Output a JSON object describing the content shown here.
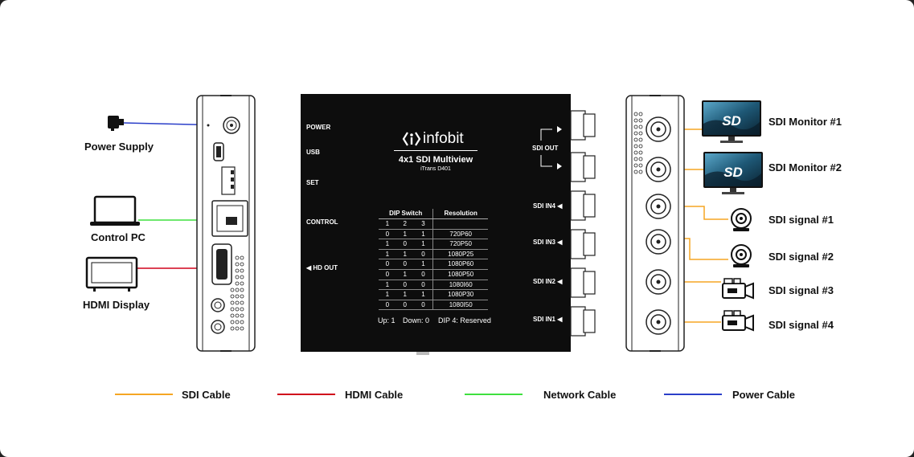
{
  "left_labels": {
    "power_supply": "Power Supply",
    "control_pc": "Control PC",
    "hdmi_display": "HDMI Display"
  },
  "center_device": {
    "brand": "infobit",
    "title": "4x1 SDI Multiview",
    "model": "iTrans D401",
    "left_labels": {
      "power": "POWER",
      "usb": "USB",
      "set": "SET",
      "control": "CONTROL",
      "hd_out": "◀  HD OUT"
    },
    "right_labels": {
      "sdi_out": "SDI OUT",
      "sdi_in4": "SDI IN4 ◀",
      "sdi_in3": "SDI IN3 ◀",
      "sdi_in2": "SDI IN2 ◀",
      "sdi_in1": "SDI IN1 ◀"
    },
    "dip_table": {
      "header_switch": "DIP Switch",
      "header_resolution": "Resolution",
      "columns": [
        "1",
        "2",
        "3"
      ],
      "rows": [
        {
          "s": [
            "0",
            "1",
            "1"
          ],
          "res": "720P60"
        },
        {
          "s": [
            "1",
            "0",
            "1"
          ],
          "res": "720P50"
        },
        {
          "s": [
            "1",
            "1",
            "0"
          ],
          "res": "1080P25"
        },
        {
          "s": [
            "0",
            "0",
            "1"
          ],
          "res": "1080P60"
        },
        {
          "s": [
            "0",
            "1",
            "0"
          ],
          "res": "1080P50"
        },
        {
          "s": [
            "1",
            "0",
            "0"
          ],
          "res": "1080I60"
        },
        {
          "s": [
            "1",
            "1",
            "1"
          ],
          "res": "1080P30"
        },
        {
          "s": [
            "0",
            "0",
            "0"
          ],
          "res": "1080I50"
        }
      ],
      "footer_up": "Up: 1",
      "footer_down": "Down: 0",
      "footer_dip4": "DIP 4: Reserved"
    }
  },
  "right_labels": {
    "monitor1": "SDI Monitor #1",
    "monitor2": "SDI Monitor #2",
    "signal1": "SDI signal #1",
    "signal2": "SDI signal #2",
    "signal3": "SDI signal #3",
    "signal4": "SDI signal #4"
  },
  "monitor_screen_text": "SD",
  "legend": [
    {
      "label": "SDI Cable",
      "color": "#f5a623"
    },
    {
      "label": "HDMI Cable",
      "color": "#d0021b"
    },
    {
      "label": "Network Cable",
      "color": "#3fe03f"
    },
    {
      "label": "Power Cable",
      "color": "#2b3fc9"
    }
  ],
  "colors": {
    "sdi": "#f5a623",
    "hdmi": "#d0021b",
    "network": "#3fe03f",
    "power": "#2b3fc9"
  }
}
